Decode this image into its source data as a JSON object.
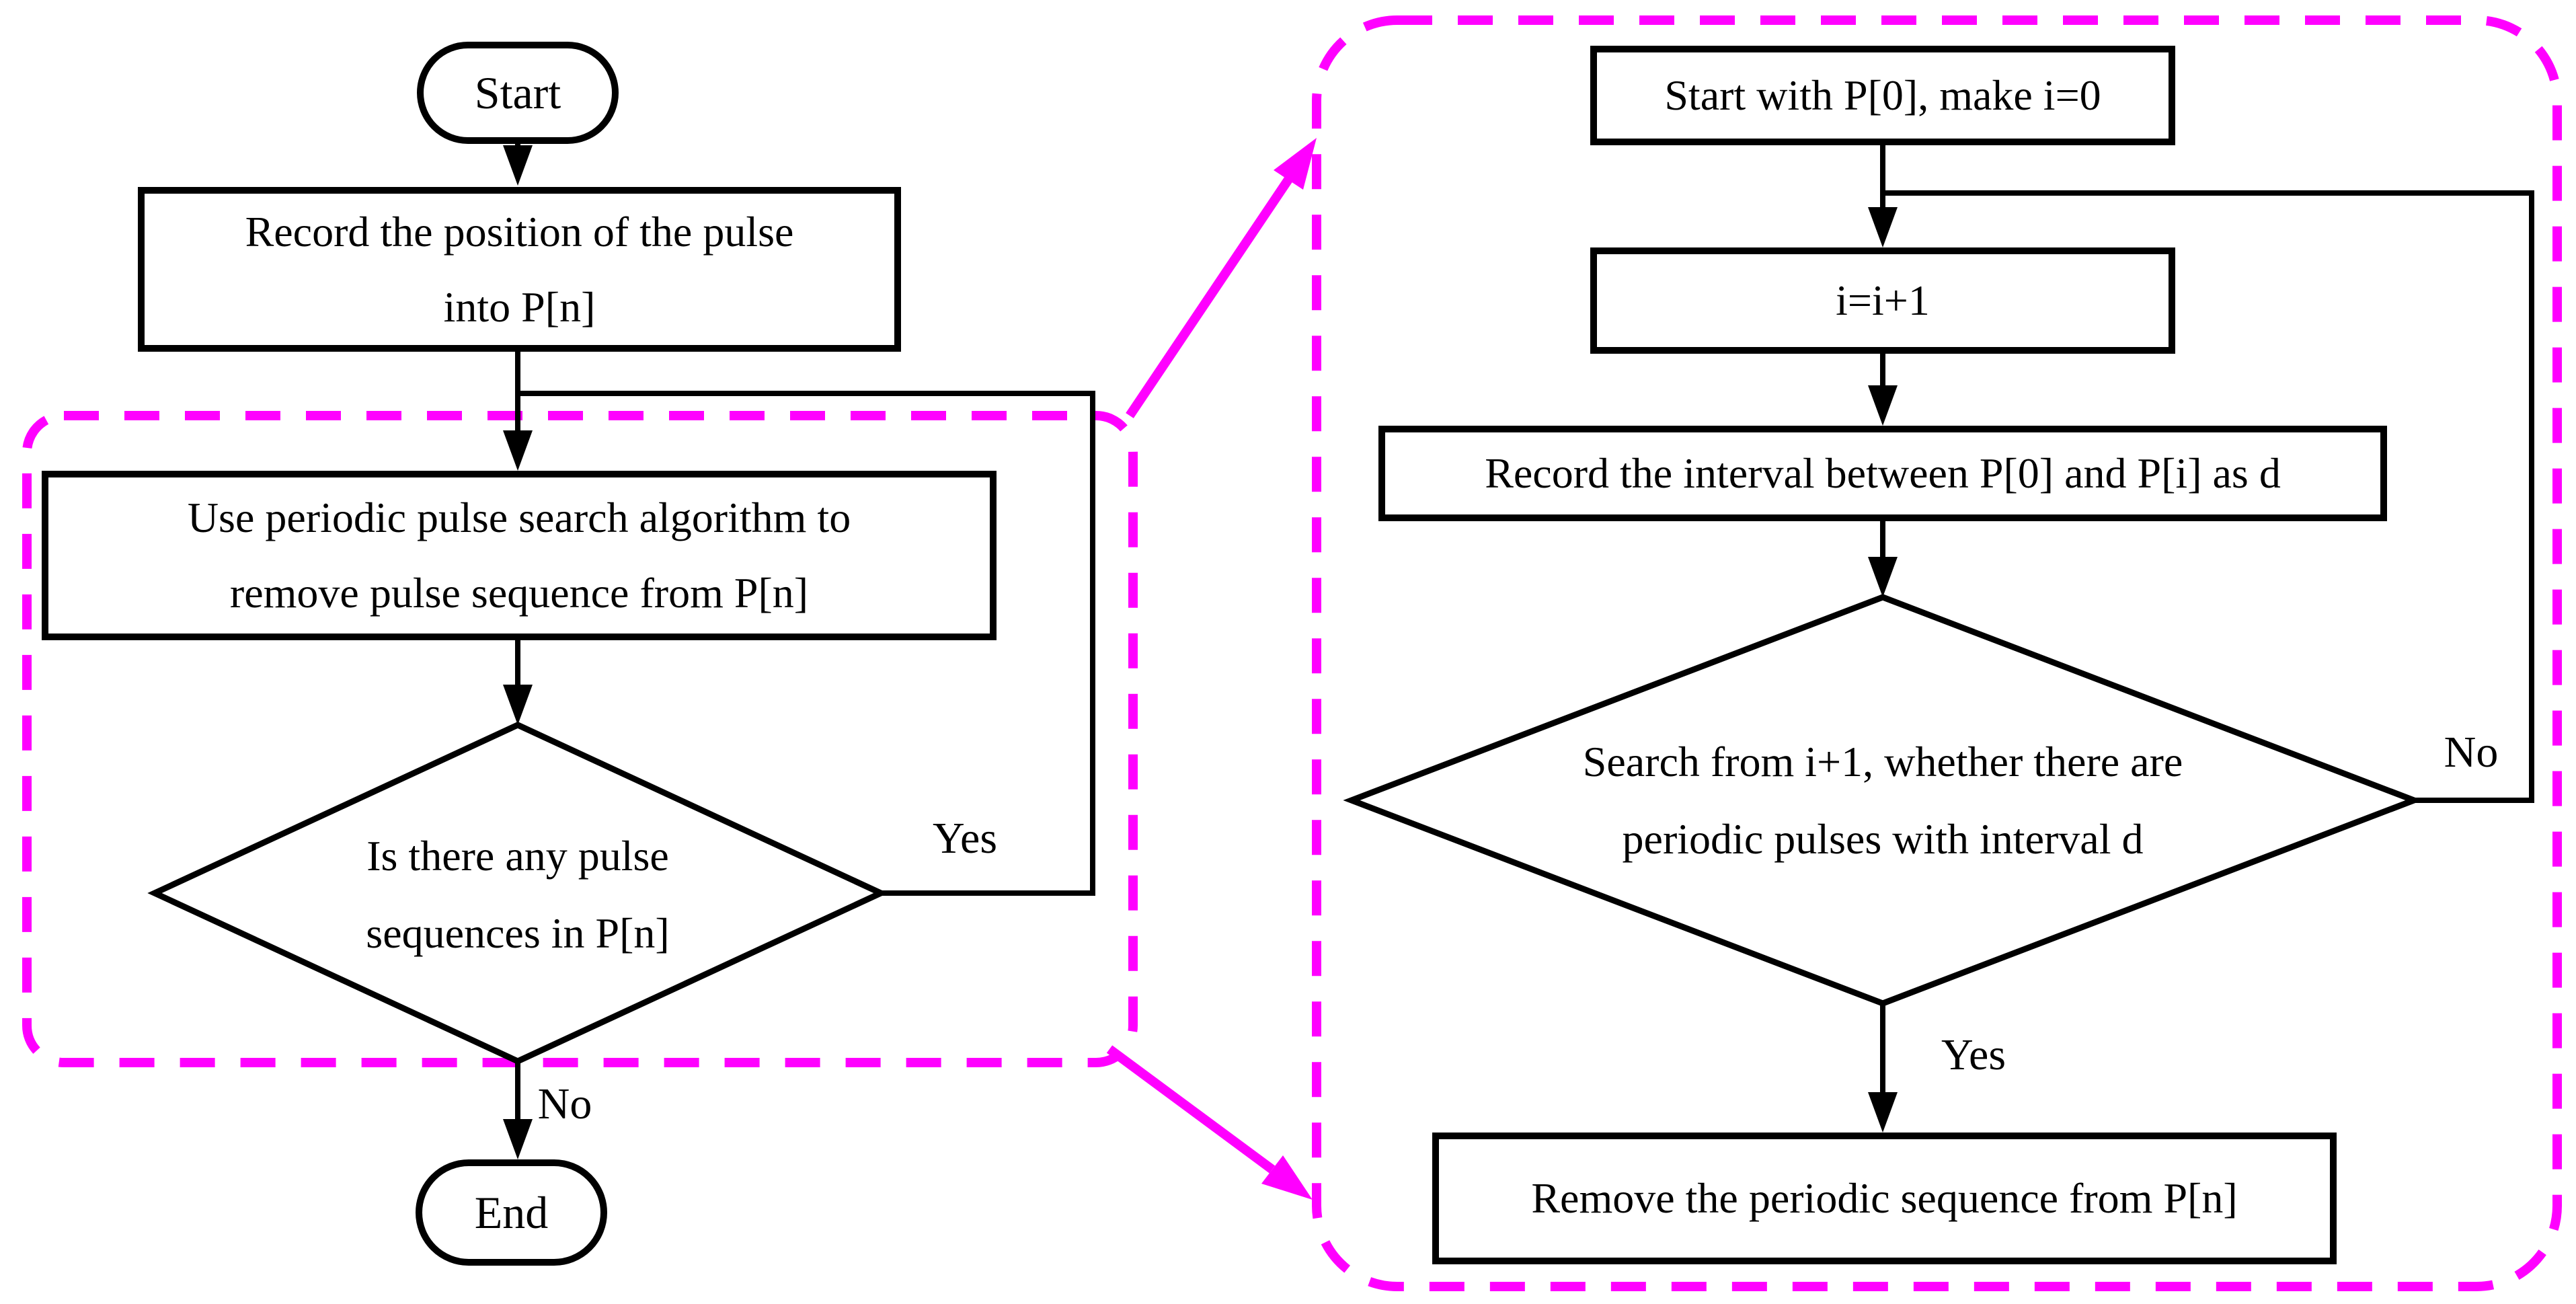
{
  "colors": {
    "accent_magenta": "#ff00ff",
    "line_black": "#000000",
    "background": "#ffffff"
  },
  "flowchart": {
    "left": {
      "start_label": "Start",
      "record_box": {
        "line1": "Record the position of the pulse",
        "line2": "into P[n]"
      },
      "search_box": {
        "line1": "Use periodic pulse search algorithm to",
        "line2": "remove pulse sequence from P[n]"
      },
      "decision": {
        "line1": "Is there any pulse",
        "line2": "sequences in P[n]"
      },
      "yes_label": "Yes",
      "no_label": "No",
      "end_label": "End"
    },
    "right": {
      "init_box": "Start with P[0], make i=0",
      "increment_box": "i=i+1",
      "interval_box": "Record the interval between P[0] and P[i] as d",
      "decision": {
        "line1": "Search from i+1, whether there are",
        "line2": "periodic pulses with interval d"
      },
      "no_label": "No",
      "yes_label": "Yes",
      "remove_box": "Remove the periodic sequence from P[n]"
    }
  }
}
